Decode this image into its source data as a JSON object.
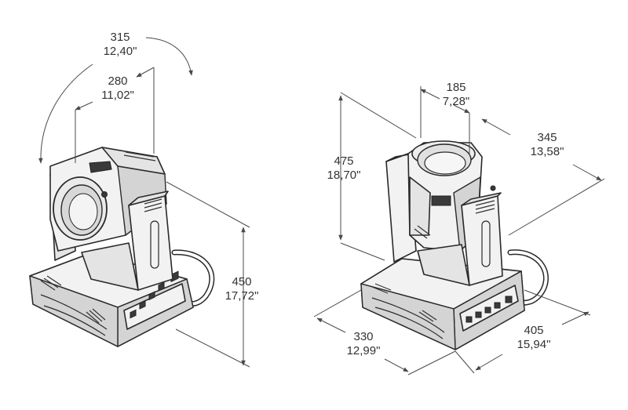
{
  "dimensions": {
    "left_rotation": {
      "mm": "315",
      "inch": "12,40\""
    },
    "left_head_width": {
      "mm": "280",
      "inch": "11,02\""
    },
    "left_height": {
      "mm": "450",
      "inch": "17,72\""
    },
    "right_lens_width": {
      "mm": "185",
      "inch": "7,28\""
    },
    "right_height": {
      "mm": "475",
      "inch": "18,70\""
    },
    "right_depth": {
      "mm": "345",
      "inch": "13,58\""
    },
    "right_base_width": {
      "mm": "330",
      "inch": "12,99\""
    },
    "right_base_length": {
      "mm": "405",
      "inch": "15,94\""
    }
  },
  "colors": {
    "line": "#2a2a2a",
    "fill": "#f2f2f2",
    "text": "#333333"
  }
}
